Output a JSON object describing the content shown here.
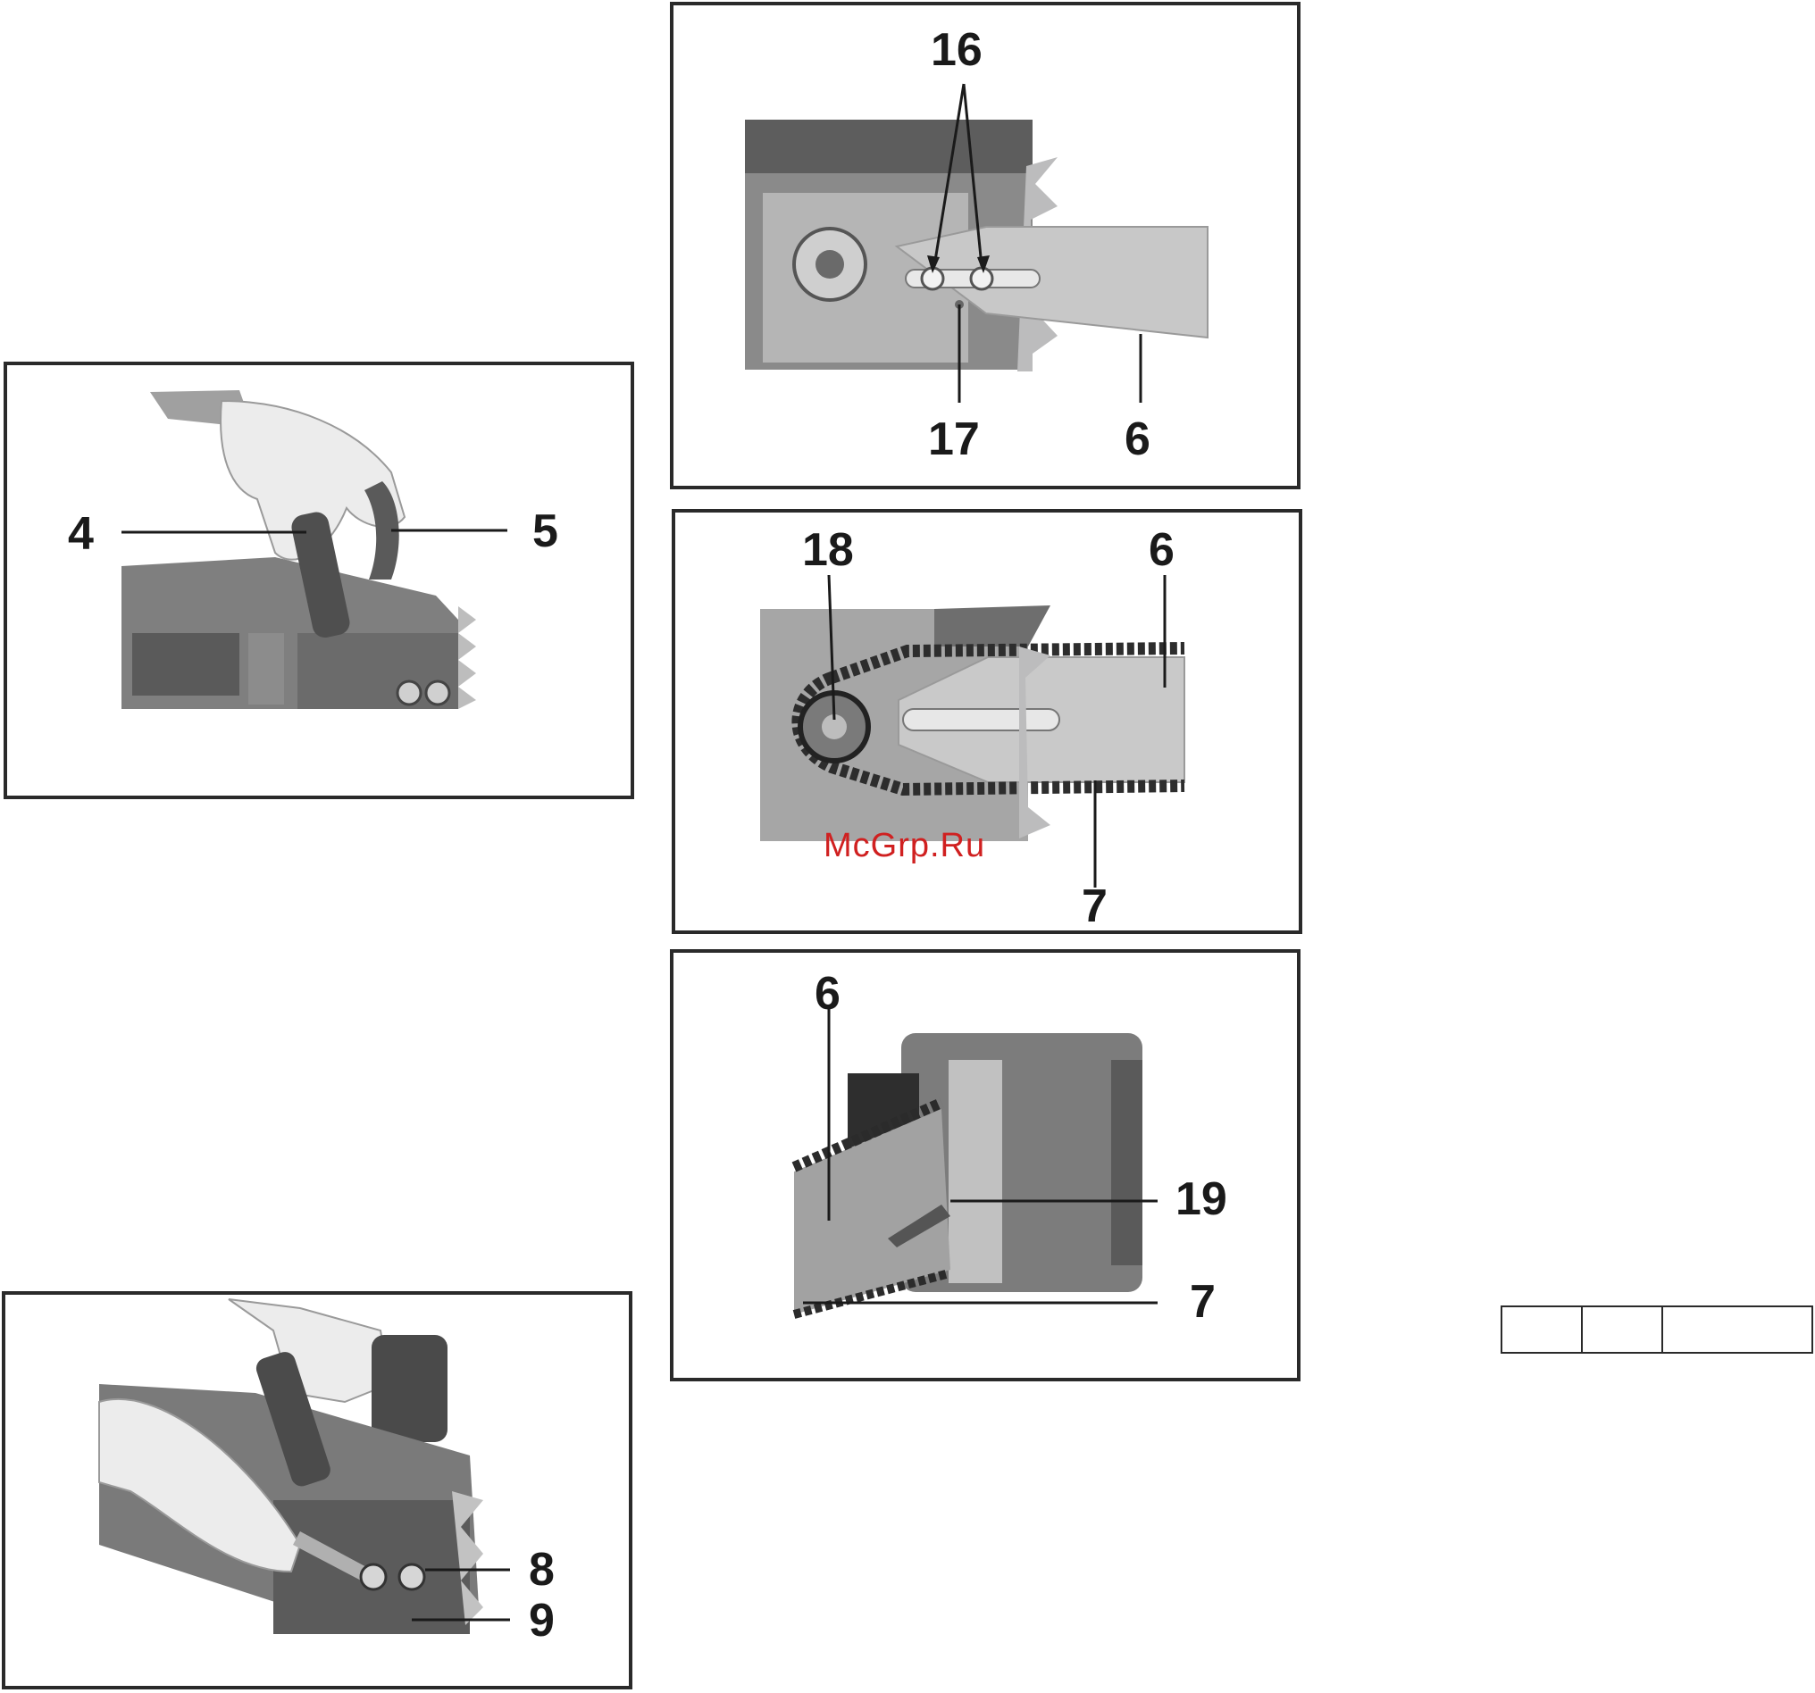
{
  "figures": {
    "handle": {
      "labels": {
        "handle": "4",
        "brake": "5"
      }
    },
    "bar_mount": {
      "labels": {
        "bolts": "16",
        "oil_hole": "17",
        "bar": "6"
      }
    },
    "chain_fit": {
      "labels": {
        "sprocket": "18",
        "bar": "6",
        "chain": "7"
      }
    },
    "tension": {
      "labels": {
        "bar": "6",
        "tensioner": "19",
        "chain": "7"
      }
    },
    "cover": {
      "labels": {
        "nut_1": "8",
        "cover": "9"
      }
    }
  },
  "watermark": "McGrp.Ru",
  "colors": {
    "outline": "#2a2a2a",
    "machine_dark": "#5d5d5d",
    "machine_mid": "#8a8a8a",
    "machine_light": "#b9b9b9",
    "glove": "#ececec",
    "watermark": "#d02020"
  }
}
